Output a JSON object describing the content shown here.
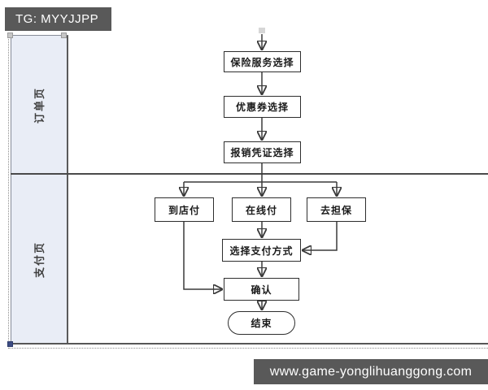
{
  "watermarks": {
    "tg_label": "TG: MYYJJPP",
    "site_url": "www.game-yonglihuanggong.com"
  },
  "diagram": {
    "lanes": [
      {
        "label": "订单页"
      },
      {
        "label": "支付页"
      }
    ],
    "nodes": [
      {
        "id": "insurance-service",
        "label": "保险服务选择",
        "shape": "rect",
        "lane": "订单页"
      },
      {
        "id": "coupon-select",
        "label": "优惠券选择",
        "shape": "rect",
        "lane": "订单页"
      },
      {
        "id": "voucher-select",
        "label": "报销凭证选择",
        "shape": "rect",
        "lane": "订单页"
      },
      {
        "id": "pay-at-store",
        "label": "到店付",
        "shape": "rect",
        "lane": "支付页"
      },
      {
        "id": "pay-online",
        "label": "在线付",
        "shape": "rect",
        "lane": "支付页"
      },
      {
        "id": "go-guarantee",
        "label": "去担保",
        "shape": "rect",
        "lane": "支付页"
      },
      {
        "id": "choose-payment",
        "label": "选择支付方式",
        "shape": "rect",
        "lane": "支付页"
      },
      {
        "id": "confirm",
        "label": "确认",
        "shape": "rect",
        "lane": "支付页"
      },
      {
        "id": "end",
        "label": "结束",
        "shape": "terminator",
        "lane": "支付页"
      }
    ],
    "edges": [
      {
        "from": "entry",
        "to": "insurance-service"
      },
      {
        "from": "insurance-service",
        "to": "coupon-select"
      },
      {
        "from": "coupon-select",
        "to": "voucher-select"
      },
      {
        "from": "voucher-select",
        "to": "pay-at-store"
      },
      {
        "from": "voucher-select",
        "to": "pay-online"
      },
      {
        "from": "voucher-select",
        "to": "go-guarantee"
      },
      {
        "from": "pay-online",
        "to": "choose-payment"
      },
      {
        "from": "go-guarantee",
        "to": "choose-payment"
      },
      {
        "from": "choose-payment",
        "to": "confirm"
      },
      {
        "from": "pay-at-store",
        "to": "confirm"
      },
      {
        "from": "confirm",
        "to": "end"
      }
    ]
  },
  "colors": {
    "lane_fill": "#e9edf6",
    "lane_border": "#5a5a5a",
    "connector_stroke": "#3a3a3a",
    "label_bar_bg": "#595959",
    "marquee": "#8c8c8c",
    "handle_accent": "#3d4c83"
  }
}
